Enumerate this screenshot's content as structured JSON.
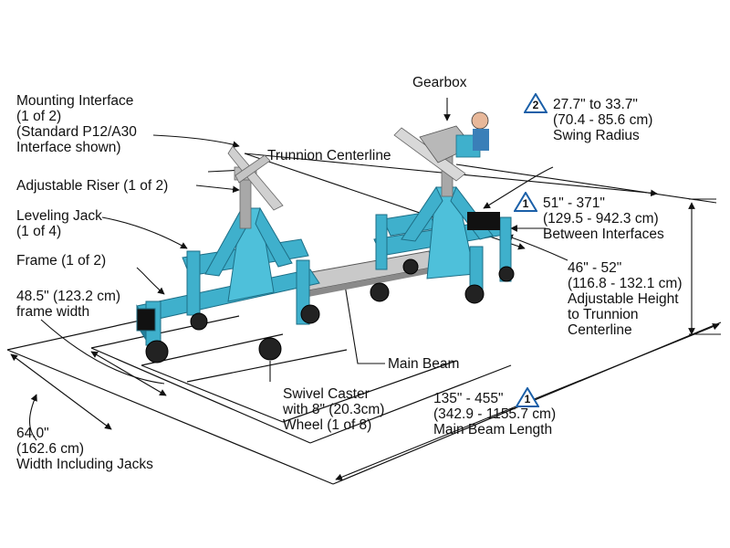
{
  "labels": {
    "mounting_interface": "Mounting Interface\n(1 of 2)\n(Standard P12/A30\nInterface shown)",
    "trunnion_centerline": "Trunnion Centerline",
    "gearbox": "Gearbox",
    "adjustable_riser": "Adjustable Riser (1 of 2)",
    "leveling_jack": "Leveling Jack\n(1 of 4)",
    "frame": "Frame (1 of 2)",
    "frame_width": "48.5\" (123.2 cm)\nframe width",
    "main_beam": "Main Beam",
    "swivel_caster": "Swivel Caster\nwith 8\" (20.3cm)\nWheel (1 of 8)",
    "width_jacks": "64.0\"\n(162.6 cm)\nWidth Including Jacks",
    "swing_radius": "27.7\" to 33.7\"\n(70.4 - 85.6 cm)\nSwing Radius",
    "between_interfaces": "51\" - 371\"\n(129.5 - 942.3 cm)\nBetween Interfaces",
    "adjustable_height": "46\" - 52\"\n(116.8 - 132.1 cm)\nAdjustable Height\nto Trunnion\nCenterline",
    "main_beam_length": "135\" - 455\"\n(342.9 - 1155.7 cm)\nMain Beam Length"
  },
  "notes": {
    "swing_radius_note": "2",
    "between_interfaces_note": "1",
    "main_beam_length_note": "1"
  },
  "colors": {
    "frame_cyan": "#3fb0cc",
    "frame_dark": "#23809c",
    "riser_gray": "#a8a8a8",
    "note_blue": "#1a5fa8"
  }
}
